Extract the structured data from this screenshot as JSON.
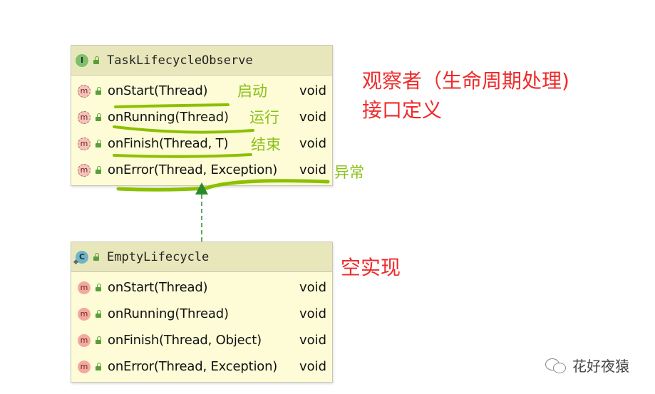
{
  "interface_box": {
    "icon_letter": "I",
    "title": "TaskLifecycleObserve",
    "methods": [
      {
        "icon": "m",
        "signature": "onStart(Thread)",
        "return_type": "void"
      },
      {
        "icon": "m",
        "signature": "onRunning(Thread)",
        "return_type": "void"
      },
      {
        "icon": "m",
        "signature": "onFinish(Thread, T)",
        "return_type": "void"
      },
      {
        "icon": "m",
        "signature": "onError(Thread, Exception)",
        "return_type": "void"
      }
    ]
  },
  "class_box": {
    "icon_letter": "C",
    "title": "EmptyLifecycle",
    "methods": [
      {
        "icon": "m",
        "signature": "onStart(Thread)",
        "return_type": "void"
      },
      {
        "icon": "m",
        "signature": "onRunning(Thread)",
        "return_type": "void"
      },
      {
        "icon": "m",
        "signature": "onFinish(Thread, Object)",
        "return_type": "void"
      },
      {
        "icon": "m",
        "signature": "onError(Thread, Exception)",
        "return_type": "void"
      }
    ]
  },
  "annotations": {
    "start": "启动",
    "running": "运行",
    "finish": "结束",
    "error": "异常",
    "observer_line1": "观察者（生命周期处理)",
    "observer_line2": "接口定义",
    "empty_impl": "空实现"
  },
  "watermark": {
    "text": "花好夜猿"
  },
  "colors": {
    "box_fill": "#fdfcd7",
    "header_fill": "#e8e7bc",
    "highlight_green": "#8cc000",
    "arrow_green": "#2a8a2a",
    "annotation_red": "#ee2b2b",
    "annotation_green": "#8cbf1a"
  }
}
